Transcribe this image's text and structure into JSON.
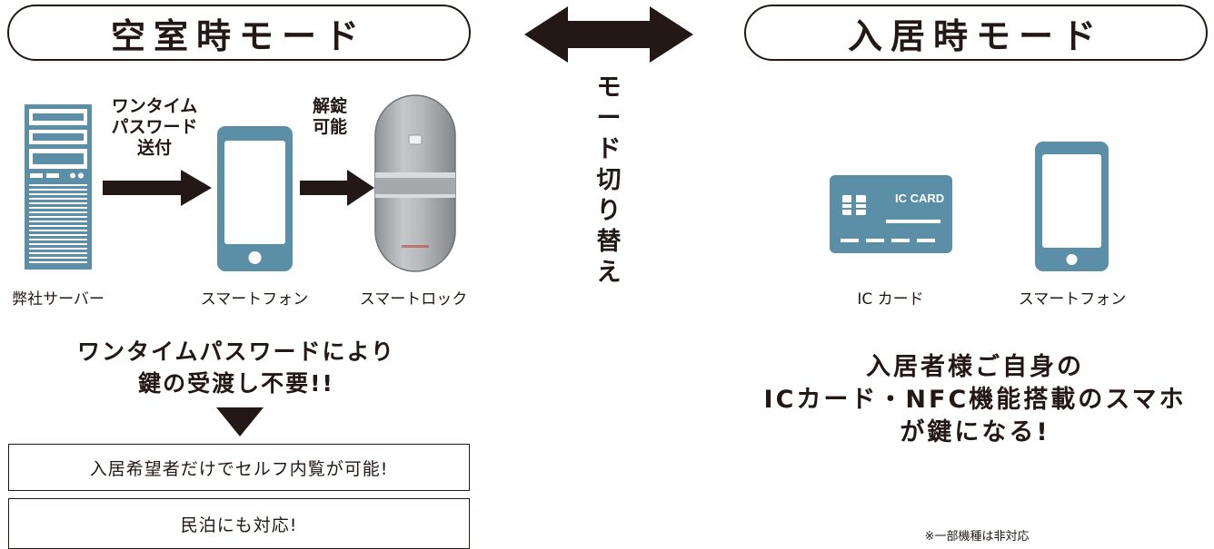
{
  "colors": {
    "ink": "#231815",
    "accent": "#5b8fa8",
    "lock": "#aeb2b5"
  },
  "vacant": {
    "title": "空室時モード",
    "server_label": "弊社サーバー",
    "phone_label": "スマートフォン",
    "lock_label": "スマートロック",
    "step1_lines": [
      "ワンタイム",
      "パスワード",
      "送付"
    ],
    "step2_lines": [
      "解錠",
      "可能"
    ],
    "summary_lines": [
      "ワンタイムパスワードにより",
      "鍵の受渡し不要!!"
    ],
    "benefits": [
      "入居希望者だけでセルフ内覧が可能!",
      "民泊にも対応!"
    ]
  },
  "switch": {
    "chars": [
      "モ",
      "ー",
      "ド",
      "切",
      "り",
      "替",
      "え"
    ]
  },
  "occupied": {
    "title": "入居時モード",
    "card_text": "IC CARD",
    "card_label": "IC カード",
    "phone_label": "スマートフォン",
    "summary_lines": [
      "入居者様ご自身の",
      "ICカード・NFC機能搭載のスマホ",
      "が鍵になる!"
    ],
    "note": "※一部機種は非対応"
  }
}
